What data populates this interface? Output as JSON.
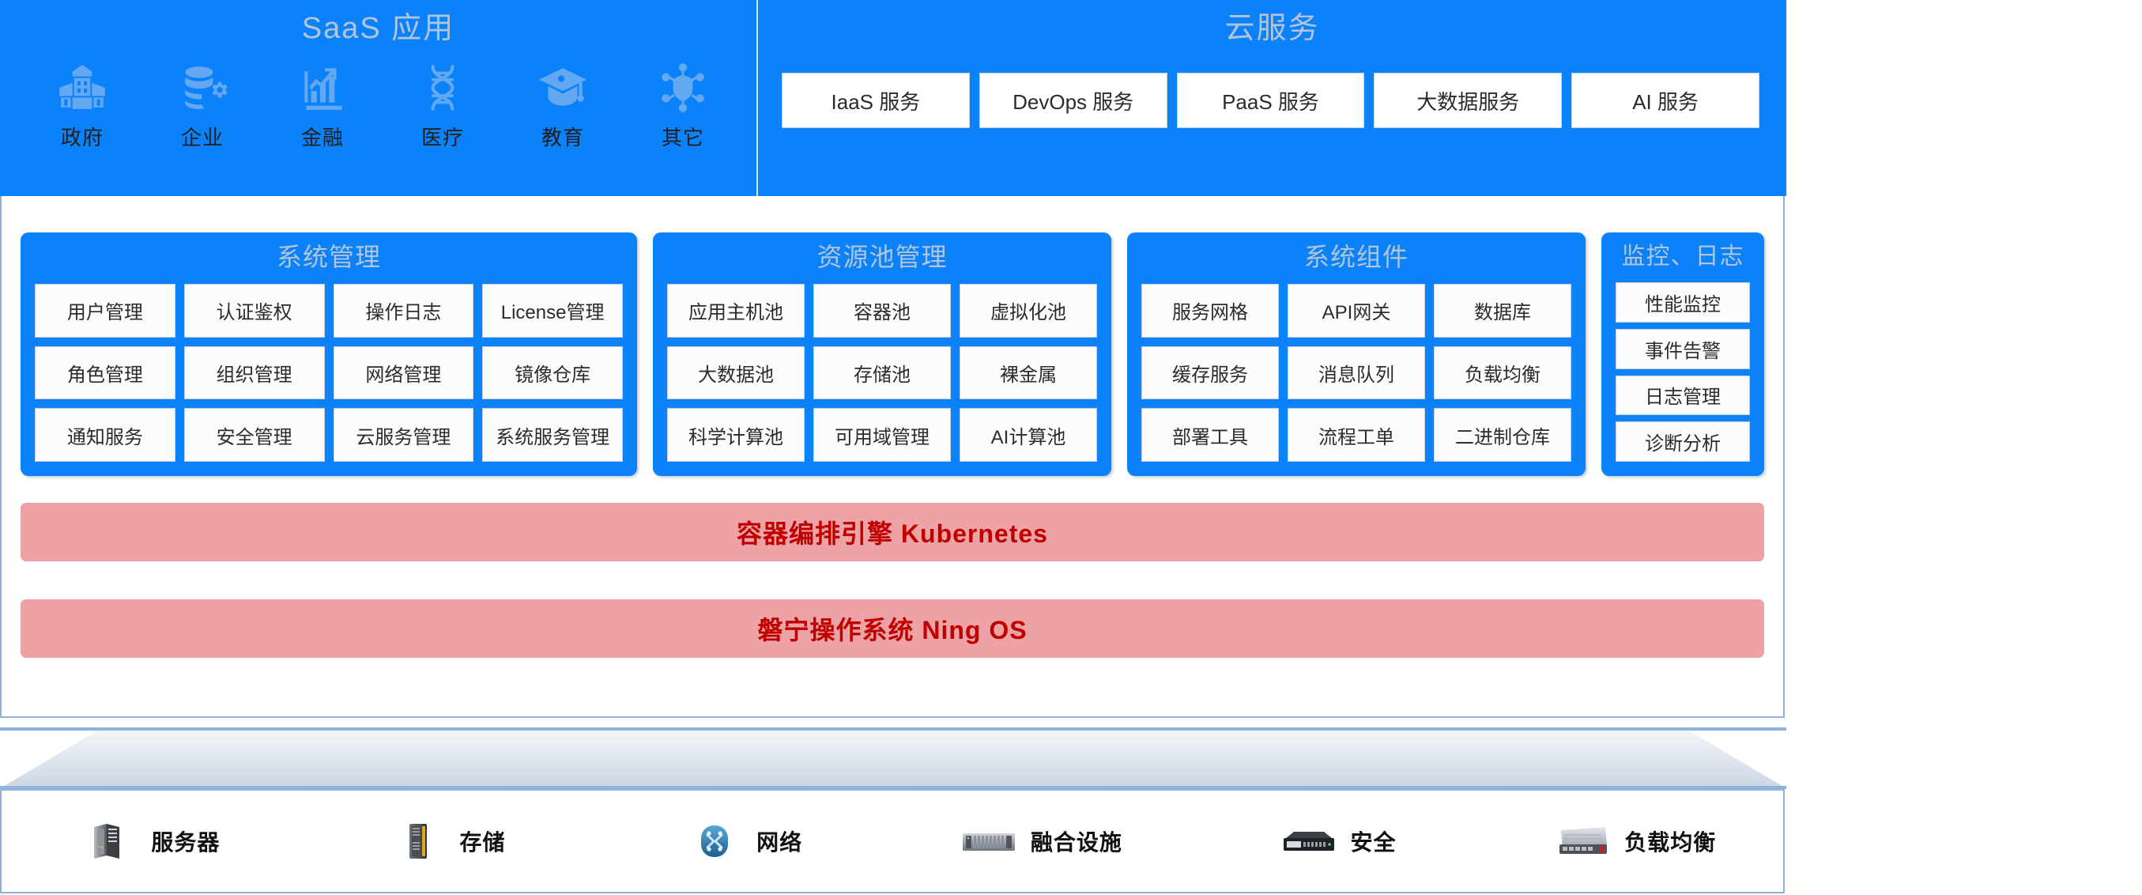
{
  "top": {
    "saas": {
      "title": "SaaS 应用",
      "items": [
        {
          "label": "政府",
          "icon": "government-building-icon"
        },
        {
          "label": "企业",
          "icon": "coins-gear-icon"
        },
        {
          "label": "金融",
          "icon": "bar-chart-arrow-icon"
        },
        {
          "label": "医疗",
          "icon": "dna-helix-icon"
        },
        {
          "label": "教育",
          "icon": "graduation-cap-icon"
        },
        {
          "label": "其它",
          "icon": "network-shield-icon"
        }
      ]
    },
    "cloud": {
      "title": "云服务",
      "items": [
        "IaaS 服务",
        "DevOps 服务",
        "PaaS 服务",
        "大数据服务",
        "AI 服务"
      ]
    }
  },
  "panels": [
    {
      "key": "system-management",
      "title": "系统管理",
      "rows": [
        [
          "用户管理",
          "认证鉴权",
          "操作日志",
          "License管理"
        ],
        [
          "角色管理",
          "组织管理",
          "网络管理",
          "镜像仓库"
        ],
        [
          "通知服务",
          "安全管理",
          "云服务管理",
          "系统服务管理"
        ]
      ]
    },
    {
      "key": "resource-pool-management",
      "title": "资源池管理",
      "rows": [
        [
          "应用主机池",
          "容器池",
          "虚拟化池"
        ],
        [
          "大数据池",
          "存储池",
          "裸金属"
        ],
        [
          "科学计算池",
          "可用域管理",
          "AI计算池"
        ]
      ]
    },
    {
      "key": "system-components",
      "title": "系统组件",
      "rows": [
        [
          "服务网格",
          "API网关",
          "数据库"
        ],
        [
          "缓存服务",
          "消息队列",
          "负载均衡"
        ],
        [
          "部署工具",
          "流程工单",
          "二进制仓库"
        ]
      ]
    },
    {
      "key": "monitoring-logs",
      "title": "监控、日志",
      "rows": [
        [
          "性能监控"
        ],
        [
          "事件告警"
        ],
        [
          "日志管理"
        ],
        [
          "诊断分析"
        ]
      ]
    }
  ],
  "bars": {
    "kubernetes": "容器编排引擎  Kubernetes",
    "os": "磐宁操作系统 Ning OS"
  },
  "hardware": {
    "items": [
      {
        "label": "服务器",
        "icon": "server-tower-icon"
      },
      {
        "label": "存储",
        "icon": "storage-array-icon"
      },
      {
        "label": "网络",
        "icon": "network-router-icon"
      },
      {
        "label": "融合设施",
        "icon": "converged-appliance-icon"
      },
      {
        "label": "安全",
        "icon": "security-firewall-icon"
      },
      {
        "label": "负载均衡",
        "icon": "load-balancer-icon"
      }
    ]
  },
  "colors": {
    "brand_blue": "#0b81fa",
    "title_gray_blue": "#b2c4d8",
    "panel_border": "#8fb3dd",
    "bar_pink": "#eda2a5",
    "bar_text_red": "#c00000",
    "saas_icon_blue": "#63a9f2"
  }
}
